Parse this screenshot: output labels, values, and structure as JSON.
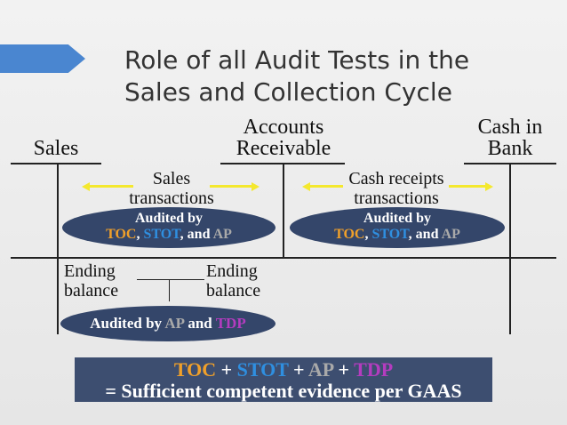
{
  "slide": {
    "title_line1": "Role of all Audit Tests in the",
    "title_line2": "Sales and Collection Cycle"
  },
  "accounts": {
    "sales": "Sales",
    "ar_line1": "Accounts",
    "ar_line2": "Receivable",
    "cash_line1": "Cash in",
    "cash_line2": "Bank"
  },
  "flows": {
    "sales_tx_line1": "Sales",
    "sales_tx_line2": "transactions",
    "cash_tx_line1": "Cash receipts",
    "cash_tx_line2": "transactions"
  },
  "ovals": {
    "audited_by": "Audited by",
    "toc": "TOC",
    "comma": ",",
    "stot": "STOT",
    "and": ", and",
    "ap": "AP",
    "ending_audited_prefix": "Audited by",
    "ending_and": "and",
    "tdp": "TDP"
  },
  "ending": {
    "left_line1": "Ending",
    "left_line2": "balance",
    "right_line1": "Ending",
    "right_line2": "balance"
  },
  "summary": {
    "toc": "TOC",
    "plus": "+",
    "stot": "STOT",
    "ap": "AP",
    "tdp": "TDP",
    "line2": "= Sufficient competent evidence per GAAS"
  },
  "colors": {
    "accent_blue": "#4a86d0",
    "oval_fill": "#34466a",
    "toc": "#f0a02a",
    "stot": "#2f8fe0",
    "ap": "#a9a9a9",
    "tdp": "#b43cbf",
    "arrow_yellow": "#f4e82e"
  }
}
